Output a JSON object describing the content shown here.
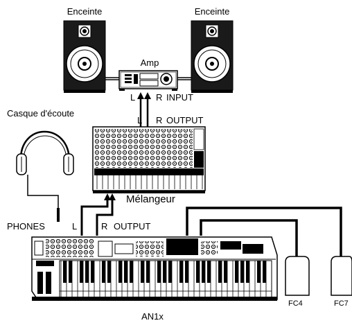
{
  "labels": {
    "speaker_left": "Enceinte",
    "speaker_right": "Enceinte",
    "amp": "Amp",
    "amp_input_l": "L",
    "amp_input_r": "R",
    "amp_input": "INPUT",
    "mixer_output_l": "L",
    "mixer_output_r": "R",
    "mixer_output": "OUTPUT",
    "headphones": "Casque d'écoute",
    "mixer": "Mélangeur",
    "phones": "PHONES",
    "synth_output_l": "L",
    "synth_output_r": "R",
    "synth_output": "OUTPUT",
    "synth": "AN1x",
    "pedal_fc4": "FC4",
    "pedal_fc7": "FC7"
  }
}
